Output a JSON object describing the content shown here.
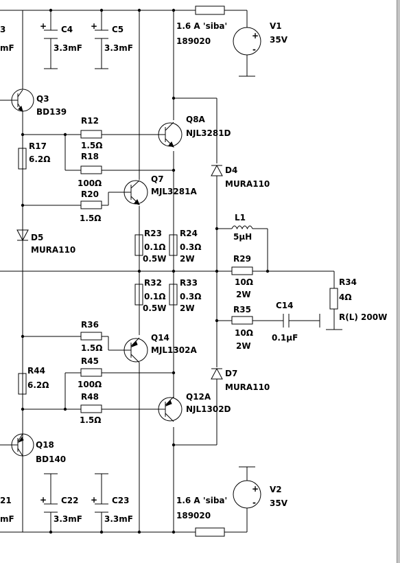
{
  "labels": {
    "c4": "C4",
    "c4v": "3.3mF",
    "c5": "C5",
    "c5v": "3.3mF",
    "fuse1": "1.6 A 'siba'",
    "fuse1p": "189020",
    "v1": "V1",
    "v1v": "35V",
    "q3": "Q3",
    "q3p": "BD139",
    "r12": "R12",
    "r12v": "1.5Ω",
    "q8a": "Q8A",
    "q8ap": "NJL3281D",
    "r17": "R17",
    "r17v": "6.2Ω",
    "r18": "R18",
    "r18v": "100Ω",
    "d4": "D4",
    "d4p": "MURA110",
    "q7": "Q7",
    "q7p": "MJL3281A",
    "r20": "R20",
    "r20v": "1.5Ω",
    "l1": "L1",
    "l1v": "5μH",
    "d5": "D5",
    "d5p": "MURA110",
    "r23": "R23",
    "r23v": "0.1Ω",
    "r23w": "0.5W",
    "r24": "R24",
    "r24v": "0.3Ω",
    "r24w": "2W",
    "r29": "R29",
    "r29v": "10Ω",
    "r29w": "2W",
    "r34": "R34",
    "r34v": "4Ω",
    "r34p": "R(L) 200W",
    "r32": "R32",
    "r32v": "0.1Ω",
    "r32w": "0.5W",
    "r33": "R33",
    "r33v": "0.3Ω",
    "r33w": "2W",
    "r35": "R35",
    "r35v": "10Ω",
    "r35w": "2W",
    "c14": "C14",
    "c14v": "0.1μF",
    "r36": "R36",
    "r36v": "1.5Ω",
    "q14": "Q14",
    "q14p": "MJL1302A",
    "r44": "R44",
    "r44v": "6.2Ω",
    "r45": "R45",
    "r45v": "100Ω",
    "d7": "D7",
    "d7p": "MURA110",
    "r48": "R48",
    "r48v": "1.5Ω",
    "q12a": "Q12A",
    "q12ap": "NJL1302D",
    "q18": "Q18",
    "q18p": "BD140",
    "c22": "C22",
    "c22v": "3.3mF",
    "c23": "C23",
    "c23v": "3.3mF",
    "fuse2": "1.6 A 'siba'",
    "fuse2p": "189020",
    "v2": "V2",
    "v2v": "35V",
    "cut_tl1": "3",
    "cut_tl2": "mF",
    "cut_bl1": "21",
    "cut_bl2": "mF",
    "plus": "+",
    "minus": "-"
  }
}
